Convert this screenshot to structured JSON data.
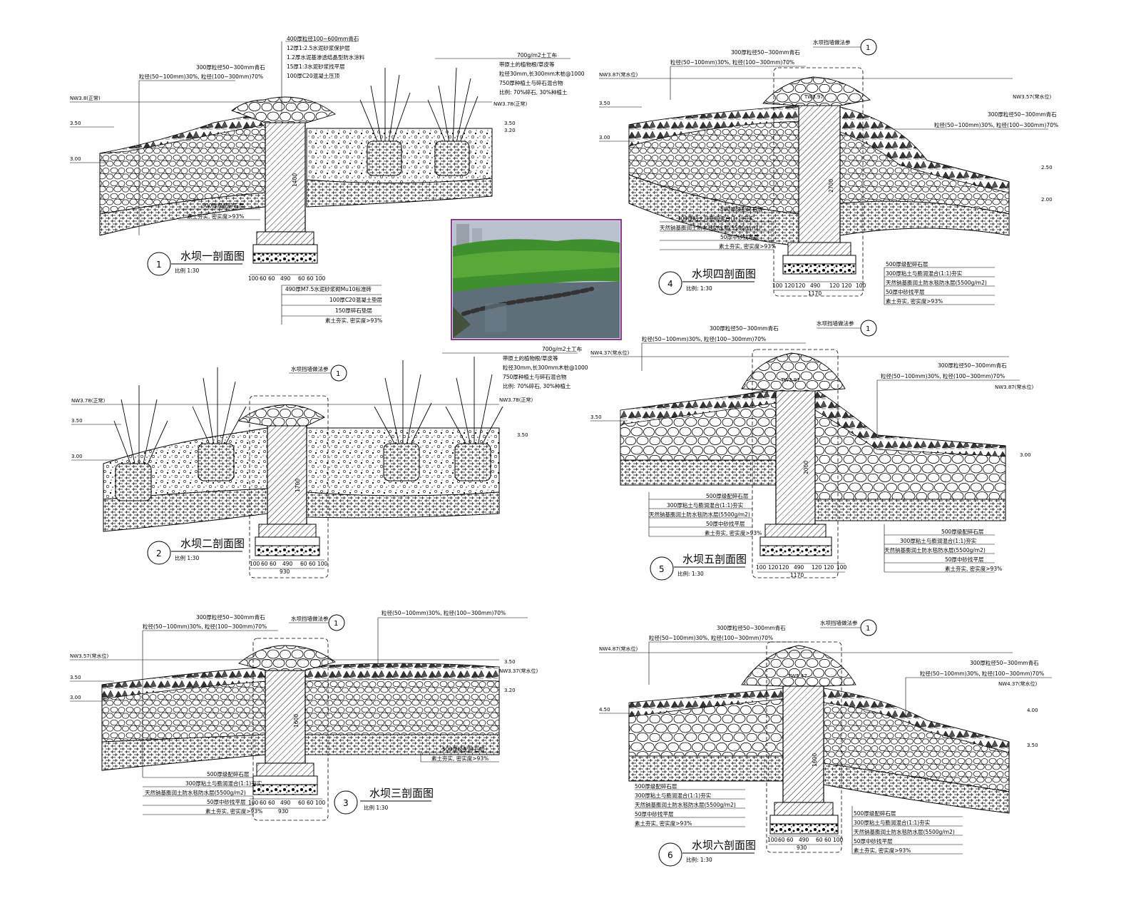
{
  "sections": [
    {
      "id": "s1",
      "number": "1",
      "title": "水坝一剖面图",
      "scale": "比例 1:30",
      "levels": {
        "top_left": "NW3.8(正常)",
        "mid1": "3.50",
        "mid2": "3.00",
        "right1": "NW3.78(正常)",
        "right2": "3.50",
        "right3": "3.20"
      },
      "top_notes": [
        "400厚粒径100~600mm青石",
        "12厚1:2.5水泥砂浆保护层",
        "1.2厚水泥基渗透结晶型防水涂料",
        "15厚1:3水泥砂浆找平层",
        "100厚C20混凝土压顶"
      ],
      "left_notes": [
        "300厚粒径50~300mm青石",
        "粒径(50~100mm)30%, 粒径(100~300mm)70%"
      ],
      "right_notes": [
        "700g/m2土工布",
        "带原土的植物根/草皮等",
        "粒径30mm,长300mm木桩@1000",
        "750厚种植土与碎石混合物",
        "比例: 70%碎石, 30%种植土"
      ],
      "bottom_notes": [
        "500厚级配碎石层",
        "素土夯实, 密实度>93%"
      ],
      "foundation_notes": [
        "490厚M7.5水泥砂浆砌Mu10标准砖",
        "100厚C20混凝土垫层",
        "150厚碎石垫层",
        "素土夯实, 密实度>93%"
      ],
      "dims": [
        "100",
        "60",
        "60",
        "490",
        "60",
        "60",
        "100"
      ],
      "wall_height": "1400"
    },
    {
      "id": "s2",
      "number": "2",
      "title": "水坝二剖面图",
      "scale": "比例 1:30",
      "levels": {
        "top_left": "NW3.78(正常)",
        "mid1": "3.50",
        "mid2": "3.00",
        "right1": "NW3.78(正常)",
        "right2": "3.50"
      },
      "detail_ref": "水坝挡墙做法参",
      "detail_num": "1",
      "right_notes": [
        "700g/m2土工布",
        "带原土的植物根/草皮等",
        "粒径30mm,长300mm木桩@1000",
        "750厚种植土与碎石混合物",
        "比例: 70%碎石, 30%种植土"
      ],
      "dims": [
        "100",
        "60",
        "60",
        "490",
        "60",
        "60",
        "100"
      ],
      "total": "930",
      "wall_height": "1700"
    },
    {
      "id": "s3",
      "number": "3",
      "title": "水坝三剖面图",
      "scale": "比例 1:30",
      "levels": {
        "top_left": "NW3.57(常水位)",
        "mid1": "3.50",
        "mid2": "3.00",
        "right1": "3.50",
        "right2": "NW3.37(常水位)",
        "right3": "3.20"
      },
      "detail_ref": "水坝挡墙做法参",
      "detail_num": "1",
      "left_notes": [
        "300厚粒径50~300mm青石",
        "粒径(50~100mm)30%, 粒径(100~300mm)70%"
      ],
      "right_notes": [
        "粒径(50~100mm)30%, 粒径(100~300mm)70%"
      ],
      "bottom_notes": [
        "500厚级配碎石层",
        "300厚粘土与膨润混合(1:1)夯实",
        "天然钠基膨润土防水毯防水层(5500g/m2)",
        "50厚中砂找平层",
        "素土夯实, 密实度>93%"
      ],
      "side_notes": [
        "500厚级配碎石层",
        "素土夯实, 密实度>93%"
      ],
      "dims": [
        "100",
        "60",
        "60",
        "490",
        "60",
        "60",
        "100"
      ],
      "total": "930",
      "wall_height": "1600"
    },
    {
      "id": "s4",
      "number": "4",
      "title": "水坝四剖面图",
      "scale": "比例: 1:30",
      "levels": {
        "top_left": "NW3.87(常水位)",
        "mid1": "3.50",
        "mid2": "3.00",
        "right1": "NW3.57(常水位)",
        "right2": "2.50",
        "right3": "2.00",
        "crest": "TW3.97"
      },
      "detail_ref": "水坝挡墙做法参",
      "detail_num": "1",
      "top_note": "300厚粒径50~300mm青石",
      "left_notes": [
        "粒径(50~100mm)30%, 粒径(100~300mm)70%"
      ],
      "right_notes": [
        "300厚粒径50~300mm青石",
        "粒径(50~100mm)30%, 粒径(100~300mm)70%"
      ],
      "bottom_left_notes": [
        "500厚级配碎石层",
        "300厚粘土与膨润混合(1:1)夯实",
        "天然钠基膨润土防水毯防水层(5500g/m2)",
        "50厚中砂找平层",
        "素土夯实, 密实度>93%"
      ],
      "bottom_right_notes": [
        "500厚级配碎石层",
        "300厚粘土与膨润混合(1:1)夯实",
        "天然钠基膨润土防水毯防水层(5500g/m2)",
        "50厚中砂找平层",
        "素土夯实, 密实度>93%"
      ],
      "dims": [
        "100",
        "120",
        "120",
        "490",
        "120",
        "120",
        "100"
      ],
      "total": "1170",
      "wall_height": "2700"
    },
    {
      "id": "s5",
      "number": "5",
      "title": "水坝五剖面图",
      "scale": "比例: 1:30",
      "levels": {
        "top_left": "NW4.37(常水位)",
        "mid1": "3.50",
        "right1": "NW3.87(常水位)",
        "right2": "3.00",
        "crest": "TW3.97"
      },
      "detail_ref": "水坝挡墙做法参",
      "detail_num": "1",
      "top_note": "300厚粒径50~300mm青石",
      "left_notes": [
        "粒径(50~100mm)30%, 粒径(100~300mm)70%"
      ],
      "right_notes": [
        "300厚粒径50~300mm青石",
        "粒径(50~100mm)30%, 粒径(100~300mm)70%"
      ],
      "bottom_left_notes": [
        "500厚级配碎石层",
        "300厚粘土与膨润混合(1:1)夯实",
        "天然钠基膨润土防水毯防水层(5500g/m2)",
        "50厚中砂找平层",
        "素土夯实, 密实度>93%"
      ],
      "bottom_right_notes": [
        "500厚级配碎石层",
        "300厚粘土与膨润混合(1:1)夯实",
        "天然钠基膨润土防水毯防水层(5500g/m2)",
        "50厚中砂找平层",
        "素土夯实, 密实度>93%"
      ],
      "dims": [
        "100",
        "120",
        "120",
        "490",
        "120",
        "120",
        "100"
      ],
      "total": "1170",
      "wall_height": "2000"
    },
    {
      "id": "s6",
      "number": "6",
      "title": "水坝六剖面图",
      "scale": "比例: 1:30",
      "levels": {
        "top_left": "NW4.87(常水位)",
        "mid1": "4.50",
        "right1": "NW4.37(常水位)",
        "right2": "4.00",
        "right3": "3.50",
        "crest": "TW5.47"
      },
      "detail_ref": "水坝挡墙做法参",
      "detail_num": "1",
      "top_note": "300厚粒径50~300mm青石",
      "left_notes": [
        "粒径(50~100mm)30%, 粒径(100~300mm)70%"
      ],
      "right_notes": [
        "300厚粒径50~300mm青石",
        "粒径(50~100mm)30%, 粒径(100~300mm)70%"
      ],
      "bottom_left_notes": [
        "500厚级配碎石层",
        "300厚粘土与膨润混合(1:1)夯实",
        "天然钠基膨润土防水毯防水层(5500g/m2)",
        "50厚中砂找平层",
        "素土夯实, 密实度>93%"
      ],
      "bottom_right_notes": [
        "500厚级配碎石层",
        "300厚粘土与膨润混合(1:1)夯实",
        "天然钠基膨润土防水毯防水层(5500g/m2)",
        "50厚中砂找平层",
        "素土夯实, 密实度>93%"
      ],
      "dims": [
        "100",
        "60",
        "60",
        "490",
        "60",
        "60",
        "100"
      ],
      "total": "930",
      "wall_height": "1600"
    }
  ],
  "photo": {
    "kind": "photo-of-stepping-stone-weir"
  }
}
